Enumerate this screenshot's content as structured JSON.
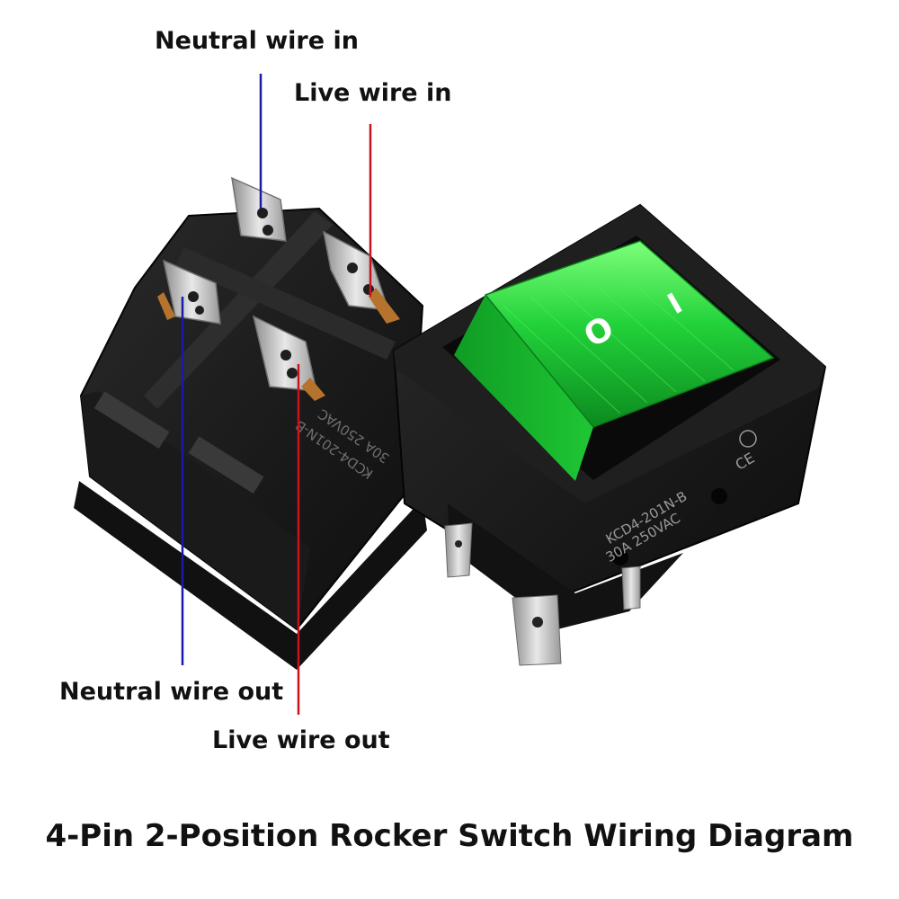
{
  "labels": {
    "neutral_in": "Neutral wire in",
    "live_in": "Live wire in",
    "neutral_out": "Neutral wire out",
    "live_out": "Live wire out"
  },
  "switch_markings": {
    "symbol_off": "O",
    "symbol_on": "I",
    "model": "KCD4-201N-B",
    "rating": "30A 250VAC",
    "ce_mark": "CE",
    "back_model": "KCD4-201N-B",
    "back_rating": "30A 250VAC"
  },
  "title": "4-Pin 2-Position Rocker Switch Wiring Diagram",
  "colors": {
    "neutral_wire": "#1a1aa8",
    "live_wire": "#c8141e",
    "rocker": "#22d23a",
    "housing": "#1b1b1b",
    "terminal": "#c9c9c9"
  }
}
